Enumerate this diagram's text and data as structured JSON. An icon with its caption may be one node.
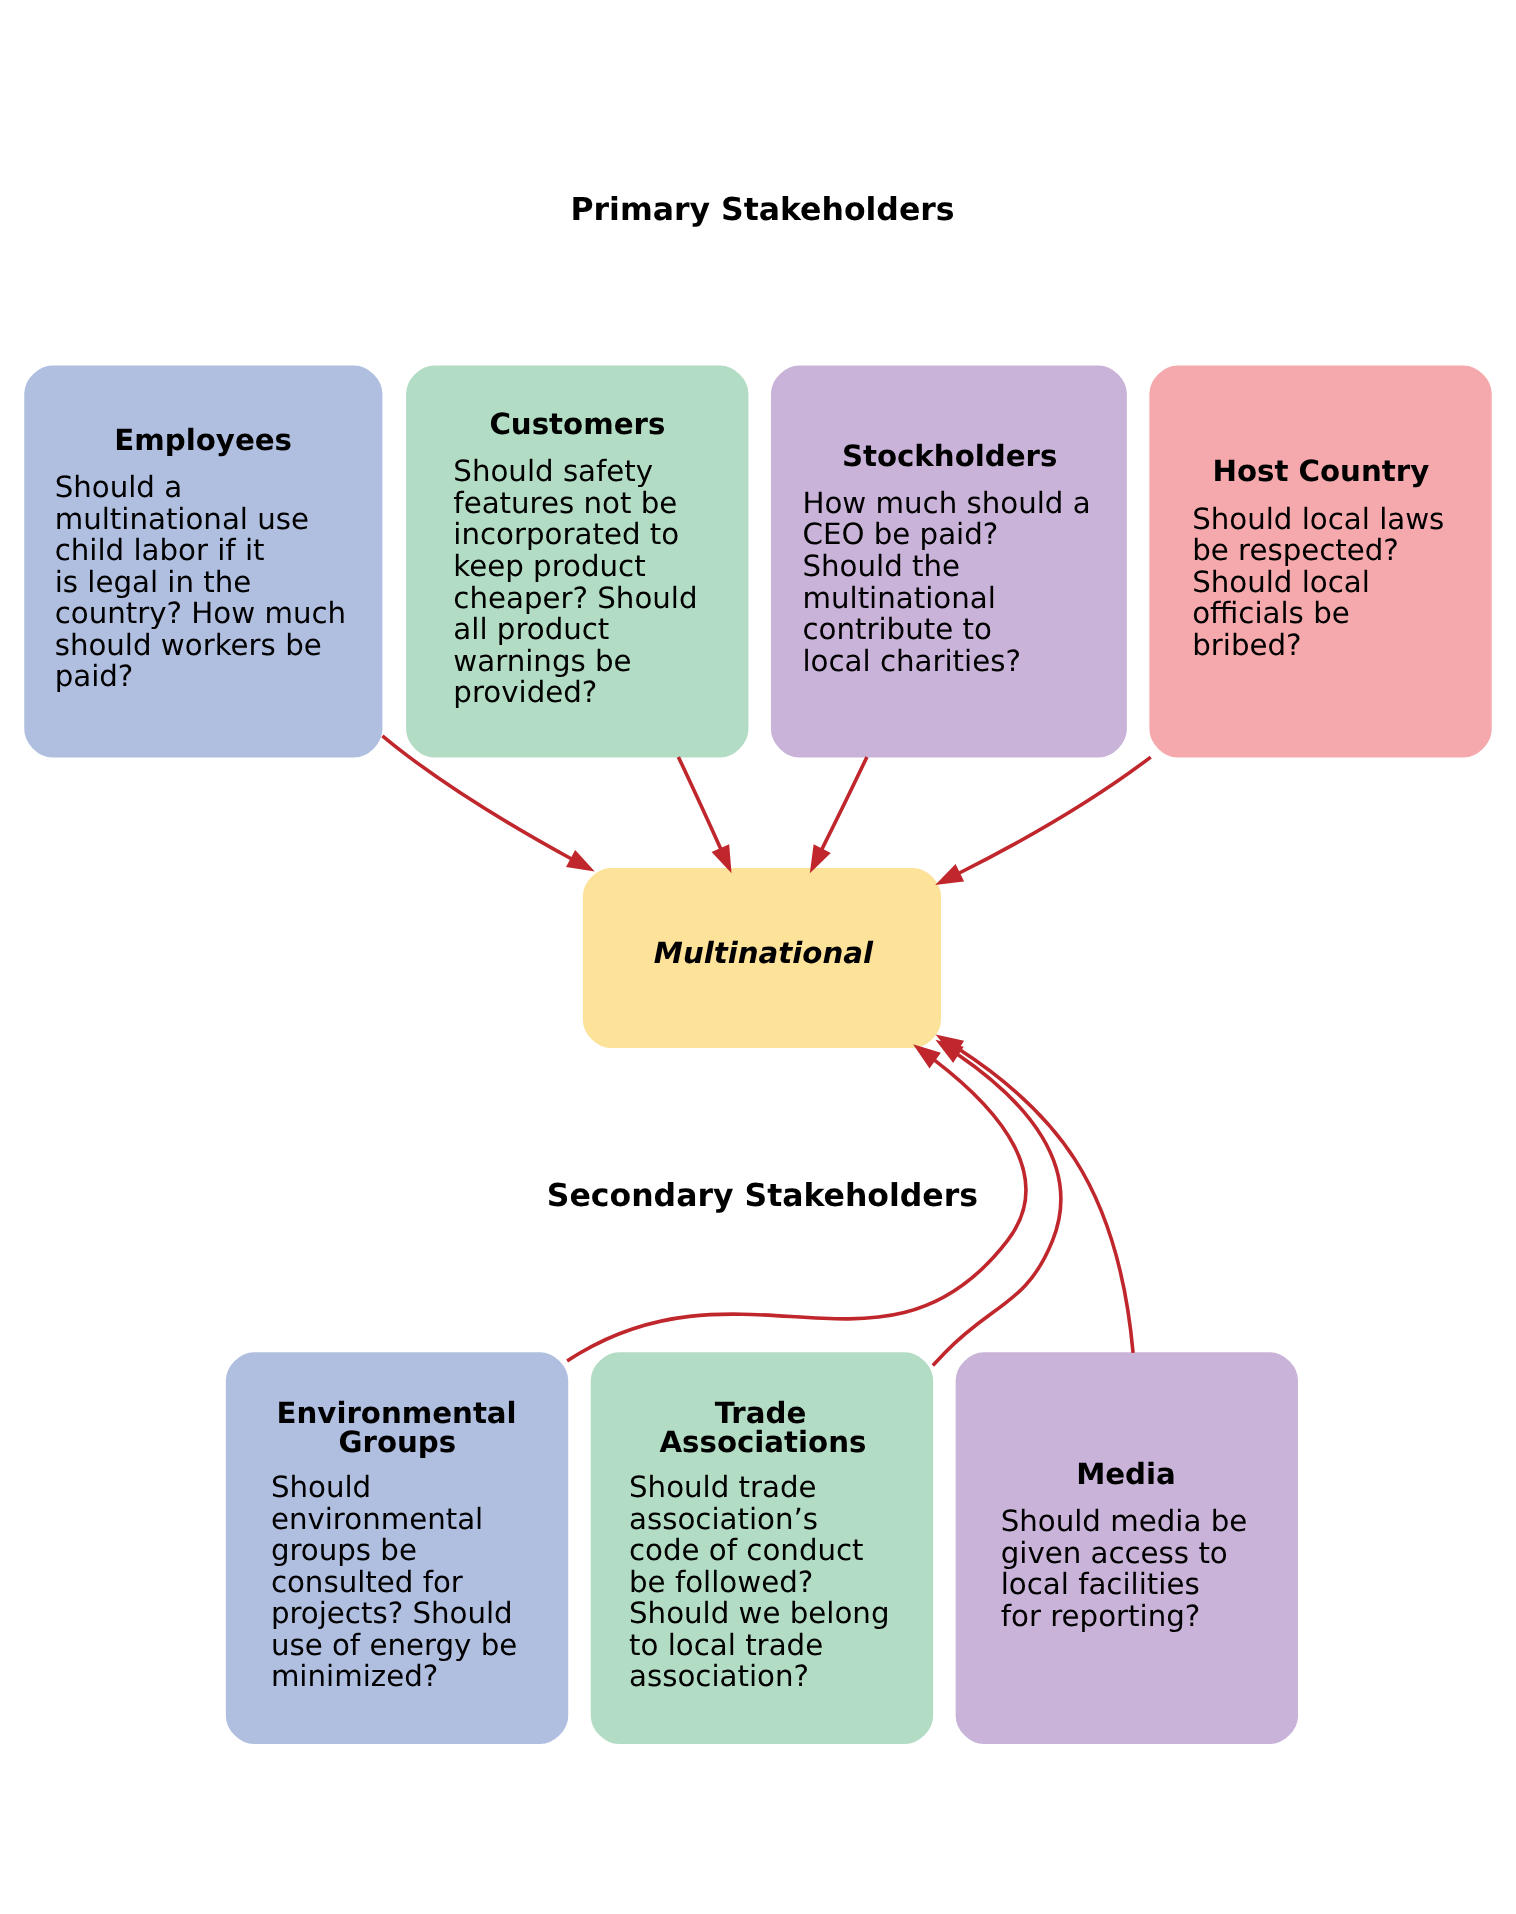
{
  "diagram": {
    "nodes": [
      {
        "text": [
          "Employees",
          "Should a multinational use child labor if it is legal in the country? How much should workers be paid?"
        ]
      },
      {
        "text": [
          "Customers",
          "Should safety features not be incorporated to keep product cheaper? Should all product warnings be provided?"
        ]
      },
      {
        "text": [
          "Stockholders",
          "How much should a CEO be paid? Should the multinational contribute to local charities?"
        ]
      },
      {
        "text": [
          "Host Country",
          "Should local laws be respected? Should local officials be bribed?"
        ]
      },
      {
        "text": [
          "Multinational"
        ]
      },
      {
        "text": [
          "Environmental Groups",
          "Should environmental groups be consulted for projects? Should use of energy be minimized?"
        ]
      },
      {
        "text": [
          "Trade Associations",
          "Should trade association’s code of conduct be followed? Should we belong to local trade association?"
        ]
      },
      {
        "text": [
          "Media",
          "Should media be given access to local facilities for reporting?"
        ]
      }
    ],
    "edges": [
      {
        "from": 0,
        "to": 4,
        "arrow": "to"
      },
      {
        "from": 1,
        "to": 4,
        "arrow": "to"
      },
      {
        "from": 2,
        "to": 4,
        "arrow": "to"
      },
      {
        "from": 3,
        "to": 4,
        "arrow": "to"
      },
      {
        "from": 5,
        "to": 4,
        "arrow": "to"
      },
      {
        "from": 6,
        "to": 4,
        "arrow": "to"
      },
      {
        "from": 7,
        "to": 4,
        "arrow": "to"
      }
    ],
    "labels": [
      "Primary Stakeholders",
      "Secondary Stakeholders"
    ]
  }
}
